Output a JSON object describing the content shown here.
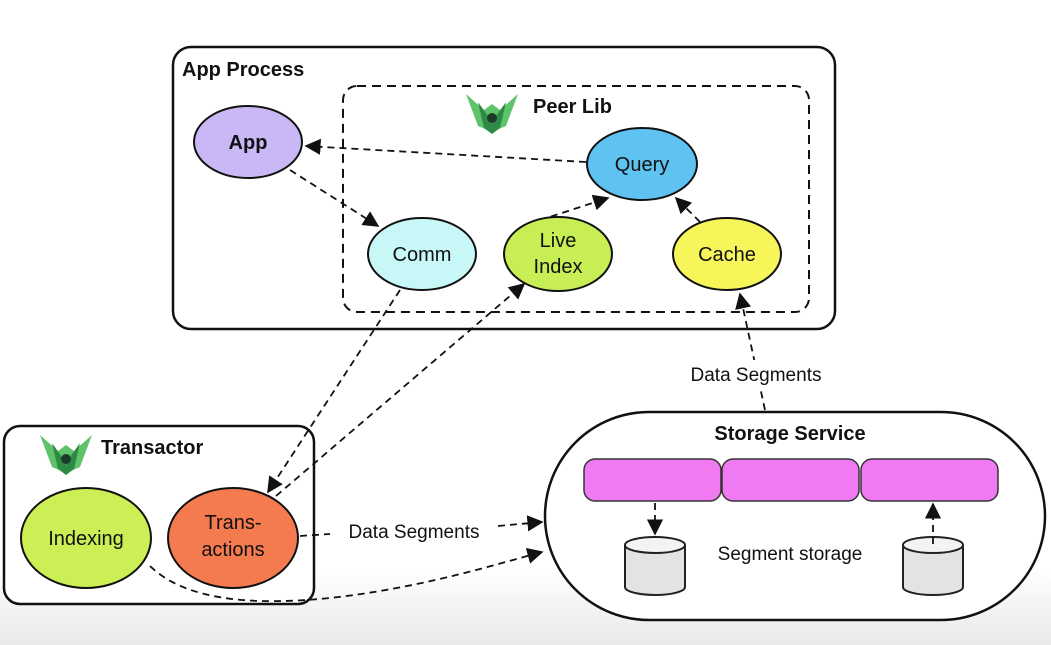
{
  "boxes": {
    "app_process": "App Process",
    "peer_lib": "Peer Lib",
    "transactor": "Transactor",
    "storage_service": "Storage Service",
    "segment_storage": "Segment storage"
  },
  "nodes": {
    "app": "App",
    "query": "Query",
    "comm": "Comm",
    "live_index_1": "Live",
    "live_index_2": "Index",
    "cache": "Cache",
    "indexing": "Indexing",
    "transactions_1": "Trans-",
    "transactions_2": "actions"
  },
  "edges": {
    "data_segments_upper": "Data Segments",
    "data_segments_lower": "Data Segments"
  },
  "colors": {
    "app": "#c9b8f5",
    "query": "#5fc3f2",
    "comm": "#c8f7f7",
    "live_index": "#c8ee55",
    "cache": "#f6f55a",
    "indexing": "#ccef55",
    "transactions": "#f47b4f",
    "segment": "#f07af2",
    "logo_green": "#5fc36c",
    "logo_dark": "#1e3b2a"
  },
  "icons": {
    "peer_lib_logo": "datomic-logo-icon",
    "transactor_logo": "datomic-logo-icon",
    "storage_cylinder": "database-cylinder-icon"
  }
}
